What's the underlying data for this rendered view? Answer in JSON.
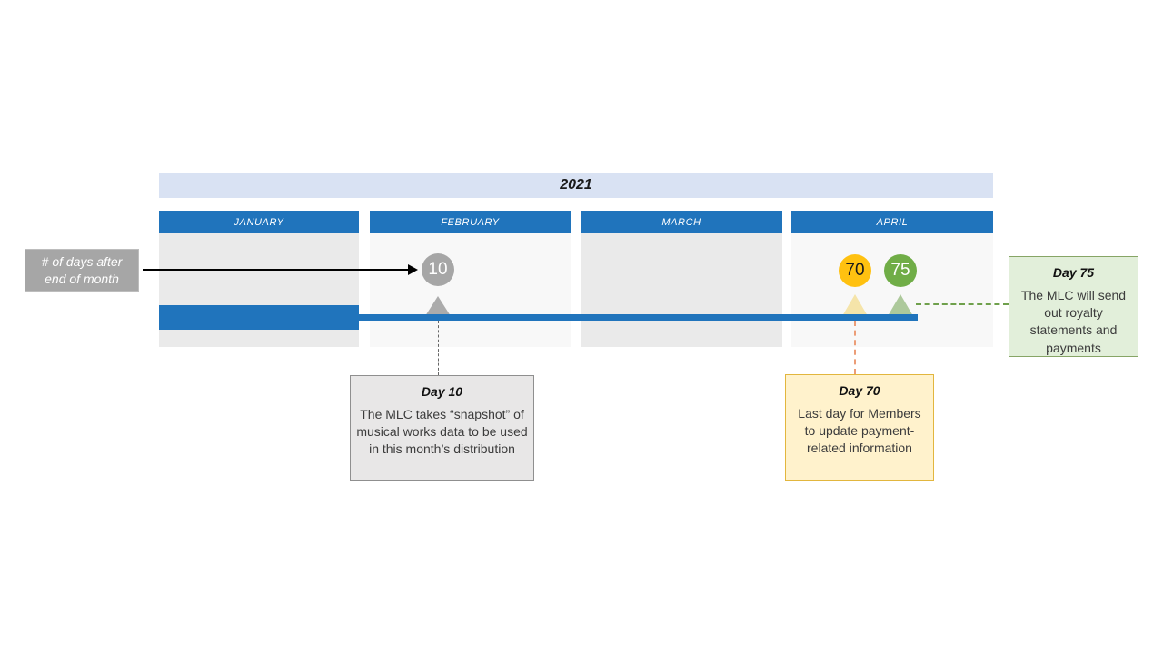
{
  "year_header": {
    "label": "2021",
    "bg_color": "#D9E2F3"
  },
  "months": [
    {
      "label": "JANUARY"
    },
    {
      "label": "FEBRUARY"
    },
    {
      "label": "MARCH"
    },
    {
      "label": "APRIL"
    }
  ],
  "legend": {
    "line1": "# of days after",
    "line2": "end of month"
  },
  "markers": {
    "day10": {
      "value": "10",
      "color": "#A6A6A6",
      "month": "FEBRUARY"
    },
    "day70": {
      "value": "70",
      "color": "#FFC110",
      "month": "APRIL"
    },
    "day75": {
      "value": "75",
      "color": "#70AD47",
      "month": "APRIL"
    }
  },
  "callouts": {
    "day10": {
      "title": "Day 10",
      "body": "The MLC takes “snapshot” of musical works data to be used in this month’s distribution",
      "fill": "#E8E7E7",
      "border": "#8f8f8f"
    },
    "day70": {
      "title": "Day 70",
      "body": "Last day for Members to update payment-related information",
      "fill": "#FFF2CC",
      "border": "#E2B63E"
    },
    "day75": {
      "title": "Day 75",
      "body": "The MLC will send out royalty statements and payments",
      "fill": "#E2EFDA",
      "border": "#87A566"
    }
  },
  "colors": {
    "timeline_blue": "#2074BC",
    "month_header_blue": "#2074BC",
    "year_bar_blue": "#D9E2F3"
  }
}
